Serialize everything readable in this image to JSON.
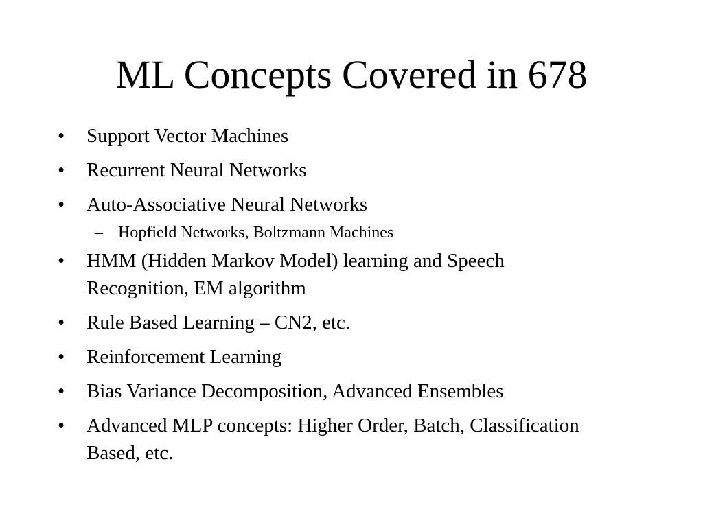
{
  "slide": {
    "title": "ML Concepts Covered in 678",
    "bullet_symbol": "•",
    "sub_bullet_symbol": "–",
    "items": [
      {
        "text": "Support Vector Machines"
      },
      {
        "text": "Recurrent Neural Networks"
      },
      {
        "text": "Auto-Associative Neural Networks"
      },
      {
        "sub_items": [
          "Hopfield Networks, Boltzmann Machines"
        ]
      },
      {
        "text": "HMM (Hidden Markov Model) learning and Speech Recognition, EM algorithm"
      },
      {
        "text": "Rule Based Learning – CN2, etc."
      },
      {
        "text": "Reinforcement Learning"
      },
      {
        "text": "Bias Variance Decomposition, Advanced Ensembles"
      },
      {
        "text": "Advanced MLP concepts: Higher Order, Batch, Classification Based, etc."
      }
    ]
  }
}
